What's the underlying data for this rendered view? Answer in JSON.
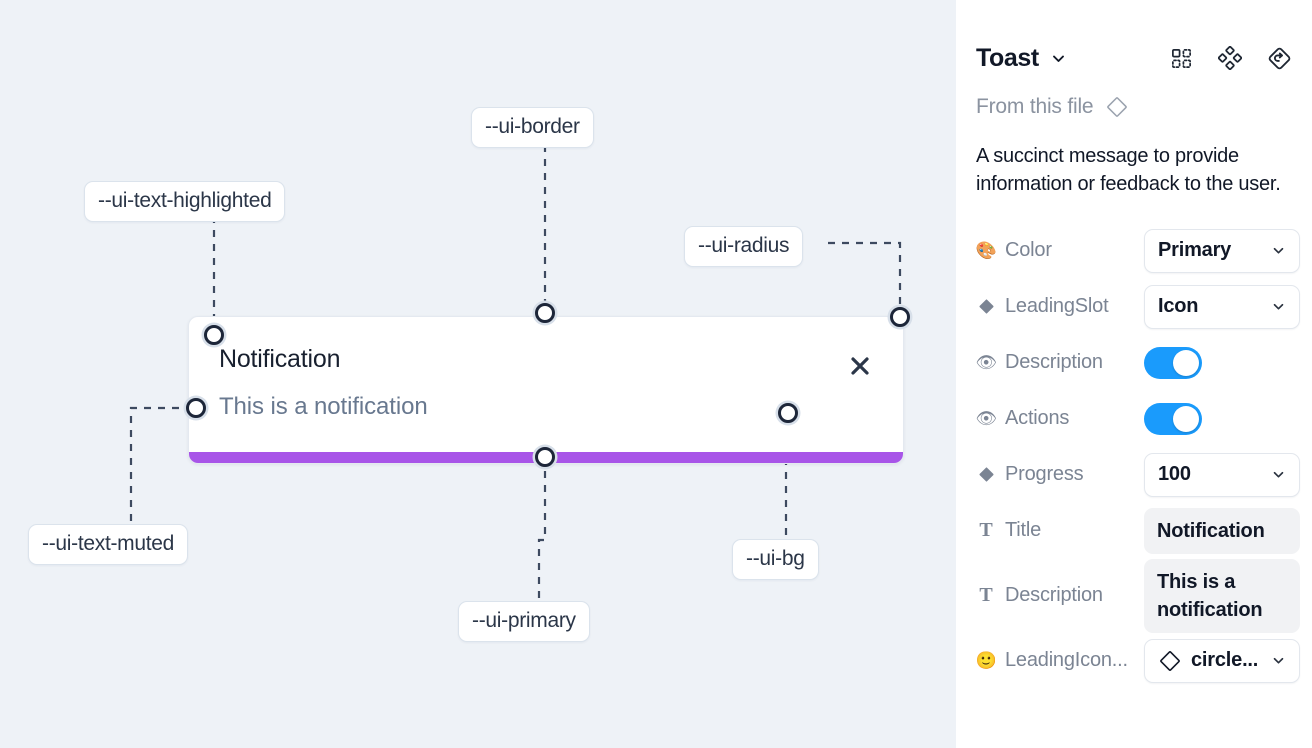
{
  "canvas": {
    "background_color": "#eef2f7",
    "toast": {
      "title": "Notification",
      "description": "This is a notification",
      "close_icon": "close-x-icon",
      "progress_color": "#a855e8",
      "background_color": "#ffffff"
    },
    "tokens": [
      {
        "label": "--ui-text-highlighted",
        "anchor": "title"
      },
      {
        "label": "--ui-border",
        "anchor": "card-top-edge"
      },
      {
        "label": "--ui-radius",
        "anchor": "card-top-right-corner"
      },
      {
        "label": "--ui-text-muted",
        "anchor": "description"
      },
      {
        "label": "--ui-primary",
        "anchor": "progress-bar"
      },
      {
        "label": "--ui-bg",
        "anchor": "card-body"
      }
    ]
  },
  "panel": {
    "title": "Toast",
    "title_caret_icon": "chevron-down-icon",
    "header_icons": [
      {
        "name": "component-grid-icon"
      },
      {
        "name": "component-diamonds-icon"
      },
      {
        "name": "reset-instance-icon"
      }
    ],
    "from_file": {
      "label": "From this file",
      "icon": "diamond-outline-icon"
    },
    "description": "A succinct message to provide information or feedback to the user.",
    "properties": [
      {
        "icon": "palette-icon",
        "glyph": "🎨",
        "label": "Color",
        "control": "select",
        "value": "Primary"
      },
      {
        "icon": "diamond-icon",
        "glyph": "◆",
        "label": "LeadingSlot",
        "control": "select",
        "value": "Icon"
      },
      {
        "icon": "eye-icon",
        "glyph": "👁",
        "label": "Description",
        "control": "toggle",
        "value": "on"
      },
      {
        "icon": "eye-icon",
        "glyph": "👁",
        "label": "Actions",
        "control": "toggle",
        "value": "on"
      },
      {
        "icon": "diamond-icon",
        "glyph": "◆",
        "label": "Progress",
        "control": "select",
        "value": "100"
      },
      {
        "icon": "text-icon",
        "glyph": "T",
        "label": "Title",
        "control": "textbox",
        "value": "Notification"
      },
      {
        "icon": "text-icon",
        "glyph": "T",
        "label": "Description",
        "control": "textbox",
        "value": "This is a notification"
      },
      {
        "icon": "emoji-icon",
        "glyph": "🙂",
        "label": "LeadingIcon...",
        "control": "select-icon",
        "value": "circle..."
      }
    ],
    "toggle_on_color": "#1a9bfc"
  }
}
